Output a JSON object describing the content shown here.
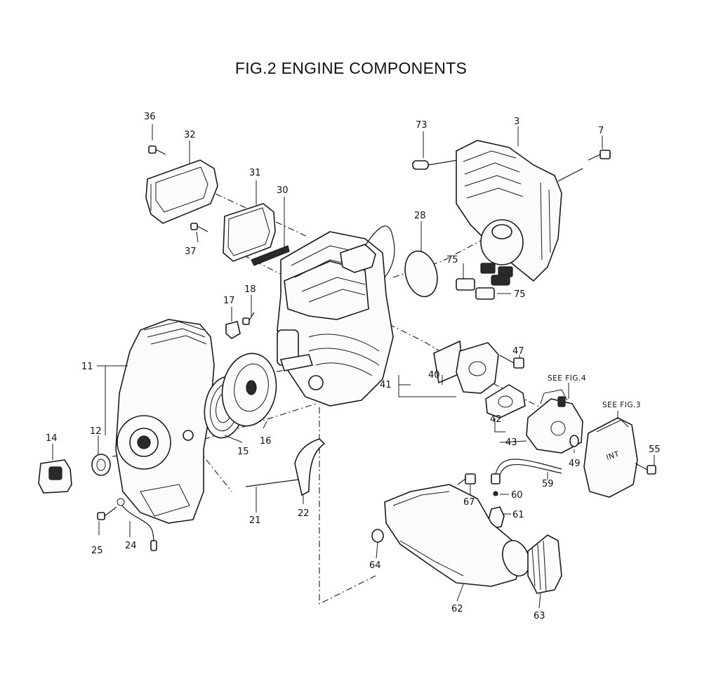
{
  "title": "FIG.2 ENGINE COMPONENTS",
  "callouts": {
    "p3": "3",
    "p7": "7",
    "p11": "11",
    "p12": "12",
    "p14": "14",
    "p15": "15",
    "p16": "16",
    "p17": "17",
    "p18": "18",
    "p21": "21",
    "p22": "22",
    "p24": "24",
    "p25": "25",
    "p28": "28",
    "p30": "30",
    "p31": "31",
    "p32": "32",
    "p36": "36",
    "p37": "37",
    "p40": "40",
    "p41": "41",
    "p42": "42",
    "p43": "43",
    "p47": "47",
    "p49": "49",
    "p55": "55",
    "p59": "59",
    "p60": "60",
    "p61": "61",
    "p62": "62",
    "p63": "63",
    "p64": "64",
    "p67": "67",
    "p73": "73",
    "p75a": "75",
    "p75b": "75"
  },
  "notes": {
    "see_fig4": "SEE FIG.4",
    "see_fig3": "SEE FIG.3",
    "muffler_text": "INT"
  }
}
